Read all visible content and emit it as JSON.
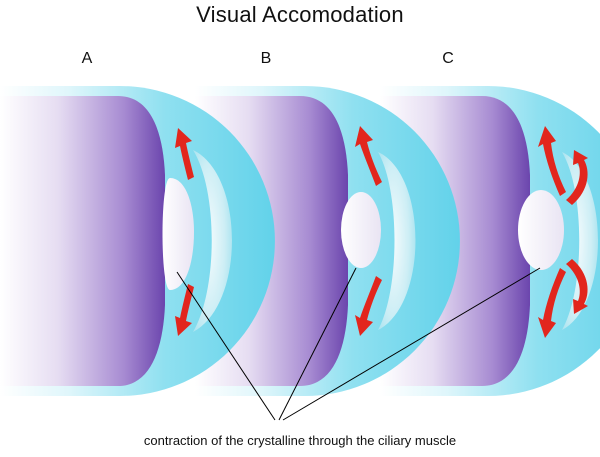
{
  "title": "Visual Accomodation",
  "eyes": [
    {
      "label": "A"
    },
    {
      "label": "B"
    },
    {
      "label": "C"
    }
  ],
  "caption": "contraction of the crystalline through the ciliary muscle",
  "colors": {
    "sclera": "#6fd6ec",
    "cornea_light": "#dff4f8",
    "iris_purple": "#7a55b8",
    "lens": "#f1eef8",
    "muscle_arrow": "#e2261d",
    "leader_line": "#000000"
  }
}
